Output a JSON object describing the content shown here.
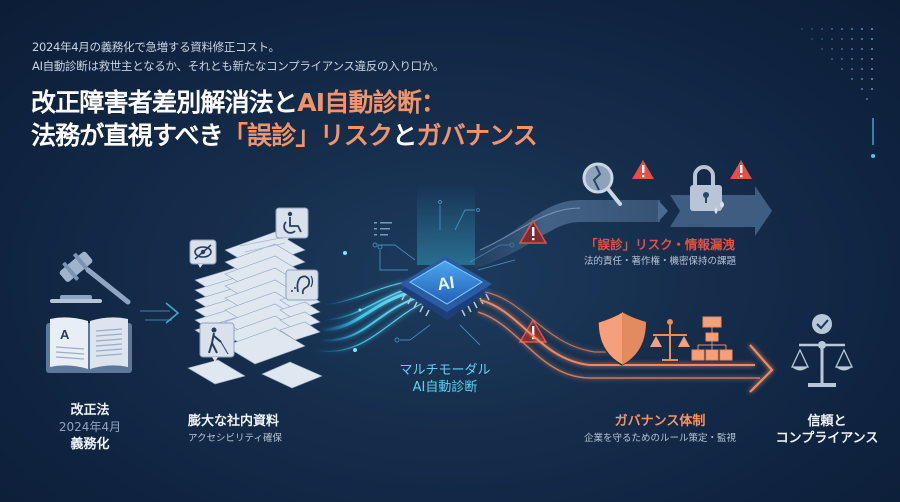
{
  "header": {
    "subtitle_lines": [
      "2024年4月の義務化で急増する資料修正コスト。",
      "AI自動診断は救世主となるか、それとも新たなコンプライアンス違反の入り口か。"
    ],
    "title_line1_white": "改正障害者差別解消法と",
    "title_line1_accent": "AI自動診断：",
    "title_line2_white1": "法務が直視すべき",
    "title_line2_accent1": "「誤診」リスク",
    "title_line2_white2": "と",
    "title_line2_accent2": "ガバナンス"
  },
  "flow": {
    "law": {
      "icons": [
        "gavel-icon",
        "book-icon"
      ],
      "book_letter": "A",
      "title": "改正法",
      "date": "2024年4月",
      "subtitle": "義務化"
    },
    "documents": {
      "icons": [
        "document-stack-icon",
        "eye-slash-icon",
        "wheelchair-icon",
        "hearing-icon",
        "blind-person-icon"
      ],
      "title": "膨大な社内資料",
      "subtitle": "アクセシビリティ確保"
    },
    "ai": {
      "chip_text": "AI",
      "title_line1": "マルチモーダル",
      "title_line2": "AI自動診断"
    },
    "risk": {
      "icons": [
        "broken-magnifier-icon",
        "leaking-lock-icon",
        "warning-icon"
      ],
      "title": "「誤診」リスク・情報漏洩",
      "subtitle": "法的責任・著作権・機密保持の課題"
    },
    "governance": {
      "icons": [
        "shield-icon",
        "scales-icon",
        "org-chart-icon"
      ],
      "title": "ガバナンス体制",
      "subtitle": "企業を守るためのルール策定・監視"
    },
    "trust": {
      "icons": [
        "scales-check-icon"
      ],
      "title_line1": "信頼と",
      "title_line2": "コンプライアンス"
    }
  },
  "colors": {
    "background": "#132a47",
    "accent_orange": "#f3936a",
    "risk_red": "#e0514a",
    "ai_cyan": "#3fd0f0",
    "text_muted": "#b6c4d6"
  }
}
